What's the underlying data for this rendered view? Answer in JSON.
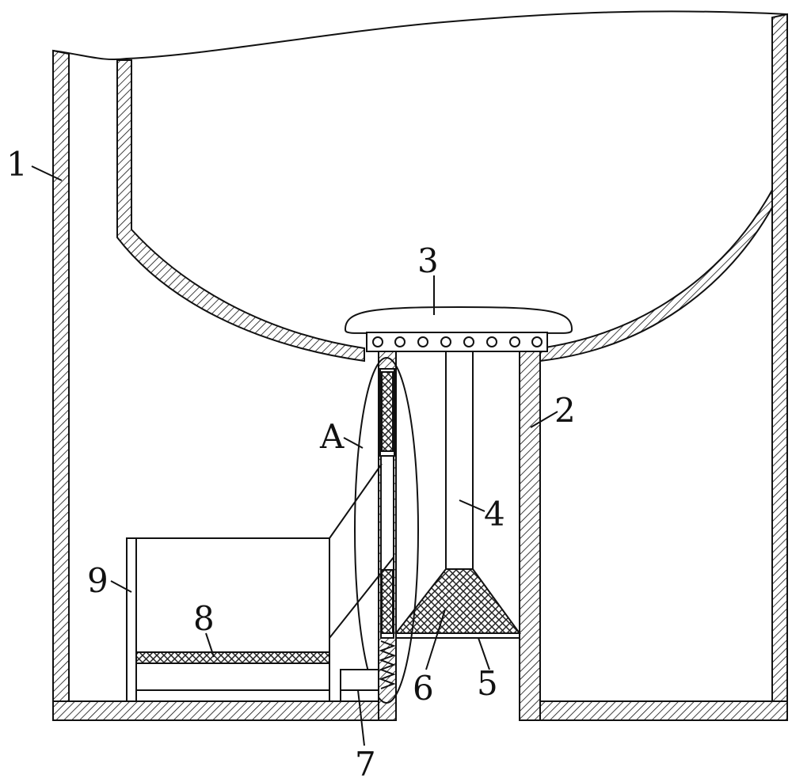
{
  "figure": {
    "labels": [
      {
        "id": "1",
        "text": "1"
      },
      {
        "id": "2",
        "text": "2"
      },
      {
        "id": "3",
        "text": "3"
      },
      {
        "id": "4",
        "text": "4"
      },
      {
        "id": "5",
        "text": "5"
      },
      {
        "id": "6",
        "text": "6"
      },
      {
        "id": "7",
        "text": "7"
      },
      {
        "id": "8",
        "text": "8"
      },
      {
        "id": "9",
        "text": "9"
      },
      {
        "id": "A",
        "text": "A"
      }
    ]
  }
}
